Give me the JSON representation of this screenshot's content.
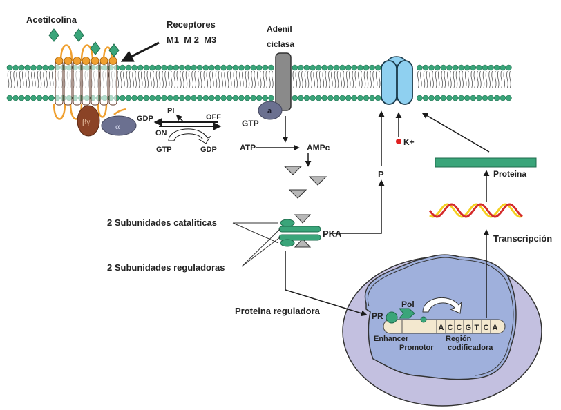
{
  "labels": {
    "acetylcholine": "Acetilcolina",
    "receptors_line1": "Receptores",
    "receptors_line2": "M1  M 2  M3",
    "adenyl_line1": "Adenil",
    "adenyl_line2": "ciclasa",
    "beta_gamma": "βγ",
    "alpha": "α",
    "gdp_left": "GDP",
    "pi": "PI",
    "off": "OFF",
    "on": "ON",
    "gtp_bottom": "GTP",
    "gdp_bottom": "GDP",
    "alpha_a": "a",
    "gtp_ac": "GTP",
    "atp": "ATP",
    "camp": "AMPc",
    "pka": "PKA",
    "p": "P",
    "k_plus": "K+",
    "catalytic": "2 Subunidades cataliticas",
    "regulatory": "2 Subunidades reguladoras",
    "regulatory_protein": "Proteina reguladora",
    "protein": "Proteina",
    "transcription": "Transcripción",
    "pr": "PR",
    "pol": "Pol",
    "enhancer": "Enhancer",
    "promoter": "Promotor",
    "region_line1": "Región",
    "region_line2": "codificadora"
  },
  "dna_sequence": [
    "A",
    "C",
    "C",
    "G",
    "T",
    "C",
    "A"
  ],
  "colors": {
    "lipid_head": "#3aa57a",
    "receptor_orange": "#f0a030",
    "ligand_green": "#3aa57a",
    "beta_gamma": "#8b4326",
    "alpha": "#6b7090",
    "adenylyl_cyclase": "#8a8a8a",
    "channel": "#8fd0f0",
    "camp_triangle": "#b8b8b8",
    "pka_green": "#3aa57a",
    "protein_bar": "#3aa57a",
    "k_dot": "#e02020",
    "mrna_red": "#d42a2a",
    "mrna_yellow": "#f5d020",
    "cell_outer": "#c3c0e0",
    "nucleus": "#9fb0dc",
    "dna": "#f3e8cf"
  }
}
